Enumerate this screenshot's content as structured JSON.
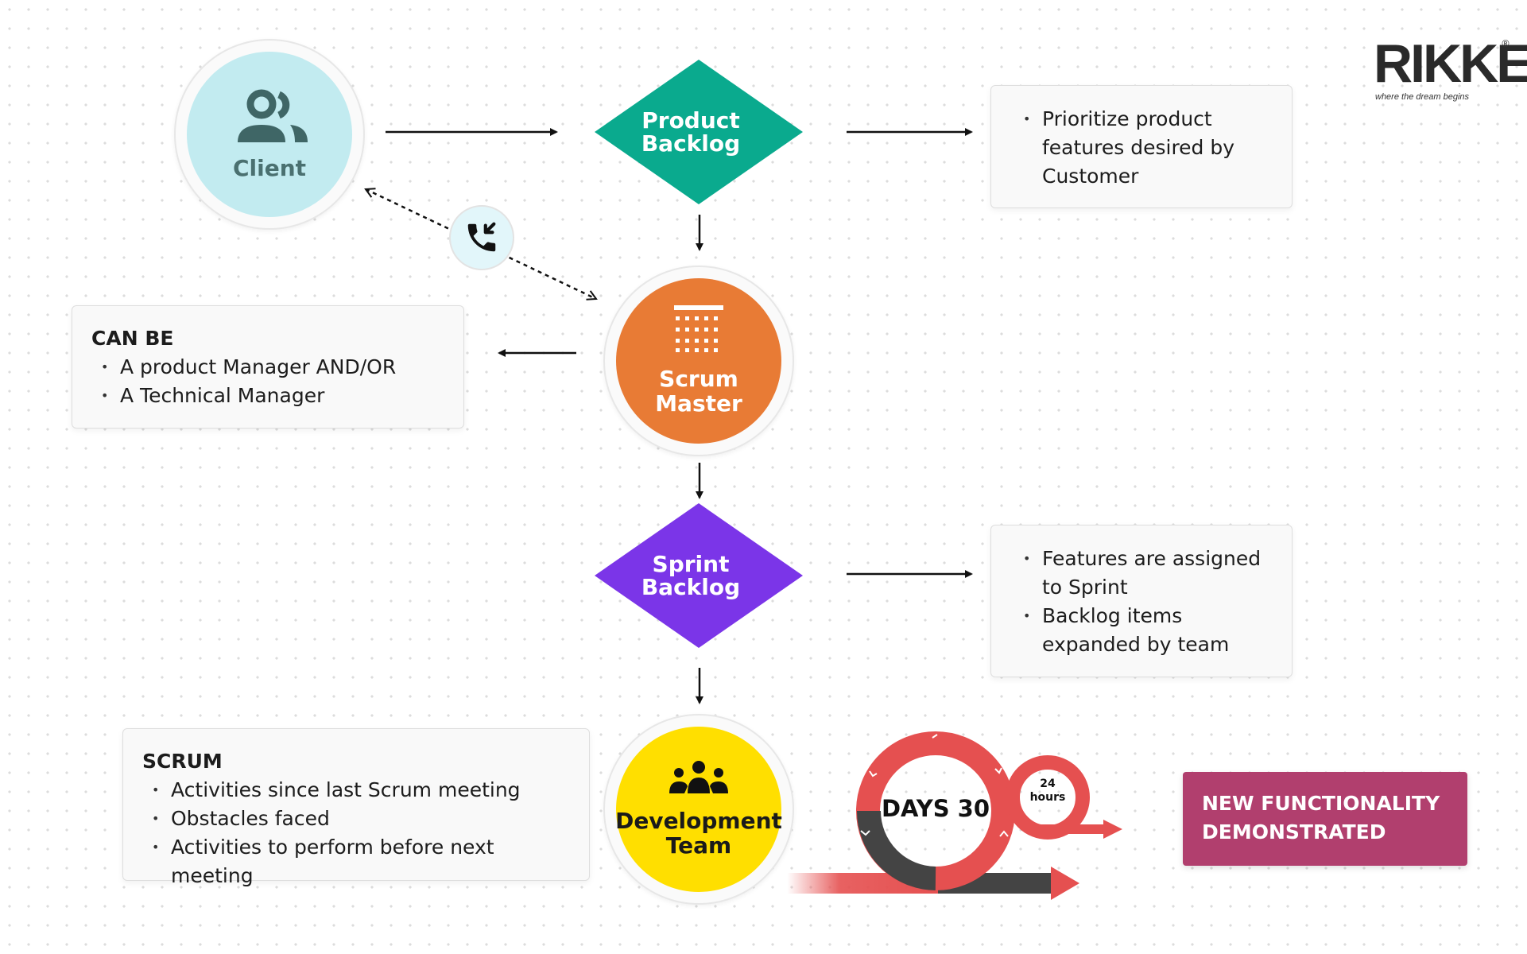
{
  "logo": {
    "name": "RIKKEI",
    "tagline": "where the dream begins",
    "mark": "®"
  },
  "nodes": {
    "client": {
      "label": "Client",
      "icon": "users-icon",
      "color": "#c2ebf0",
      "text_color": "#4a7070"
    },
    "product_backlog": {
      "line1": "Product",
      "line2": "Backlog",
      "color": "#0aaa8e"
    },
    "scrum_master": {
      "line1": "Scrum",
      "line2": "Master",
      "icon": "calendar-grid-icon",
      "color": "#e87b35"
    },
    "sprint_backlog": {
      "line1": "Sprint",
      "line2": "Backlog",
      "color": "#7b35e8"
    },
    "development_team": {
      "line1": "Development",
      "line2": "Team",
      "icon": "team-icon",
      "color": "#ffdf00"
    }
  },
  "cards": {
    "product_backlog_notes": {
      "items": [
        "Prioritize product features desired by Customer"
      ]
    },
    "scrum_master_notes": {
      "title": "CAN BE",
      "items": [
        "A product Manager AND/OR",
        "A Technical Manager"
      ]
    },
    "sprint_backlog_notes": {
      "items": [
        "Features are assigned to Sprint",
        "Backlog items expanded by team"
      ]
    },
    "scrum_meeting_notes": {
      "title": "SCRUM",
      "items": [
        "Activities since last Scrum meeting",
        "Obstacles faced",
        "Activities to perform before next meeting"
      ]
    }
  },
  "cycle": {
    "big_label": "DAYS 30",
    "small_line1": "24",
    "small_line2": "hours",
    "color": "#e55050",
    "dark_color": "#444444"
  },
  "call_icon": "phone-incoming-icon",
  "result": {
    "line1": "NEW FUNCTIONALITY",
    "line2": "DEMONSTRATED",
    "color": "#b13f6e"
  }
}
